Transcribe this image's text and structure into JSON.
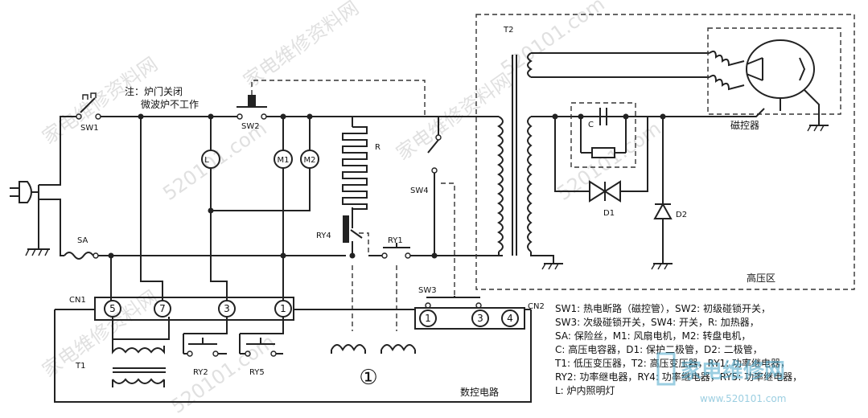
{
  "note": {
    "line1": "注：炉门关闭",
    "line2": "微波炉不工作"
  },
  "labels": {
    "sw1": "SW1",
    "sw2": "SW2",
    "sw3": "SW3",
    "sw4": "SW4",
    "sa": "SA",
    "r": "R",
    "ry1": "RY1",
    "ry2": "RY2",
    "ry4": "RY4",
    "ry5": "RY5",
    "t1": "T1",
    "t2": "T2",
    "c": "C",
    "d1": "D1",
    "d2": "D2",
    "l": "L",
    "m1": "M1",
    "m2": "M2",
    "cn1": "CN1",
    "cn2": "CN2",
    "magnetron": "磁控器",
    "hv_zone": "高压区",
    "control": "数控电路",
    "circle_one": "①"
  },
  "cn1_pins": [
    "5",
    "7",
    "3",
    "1"
  ],
  "cn2_pins": [
    "1",
    "3",
    "4"
  ],
  "legend": [
    "SW1: 热电断路（磁控管），SW2: 初级碰锁开关，",
    "SW3: 次级碰锁开关，SW4: 开关，R: 加热器，",
    "SA: 保险丝，M1: 风扇电机，M2: 转盘电机，",
    "C: 高压电容器，D1: 保护二极管，D2: 二极管，",
    "T1: 低压变压器，T2: 高压变压器，RY1: 功率继电器，",
    "RY2: 功率继电器，RY4: 功率继电器，RY5: 功率继电器，",
    "L: 炉内照明灯"
  ],
  "watermarks": [
    "家电维修资料网",
    "520101.com",
    "家电维修资料网",
    "520101.com",
    "家电维修资料网",
    "520101.com",
    "家电维修资料网",
    "520101.com"
  ],
  "logo_text": {
    "main": "家电维修网",
    "url": "www.520101.com"
  }
}
